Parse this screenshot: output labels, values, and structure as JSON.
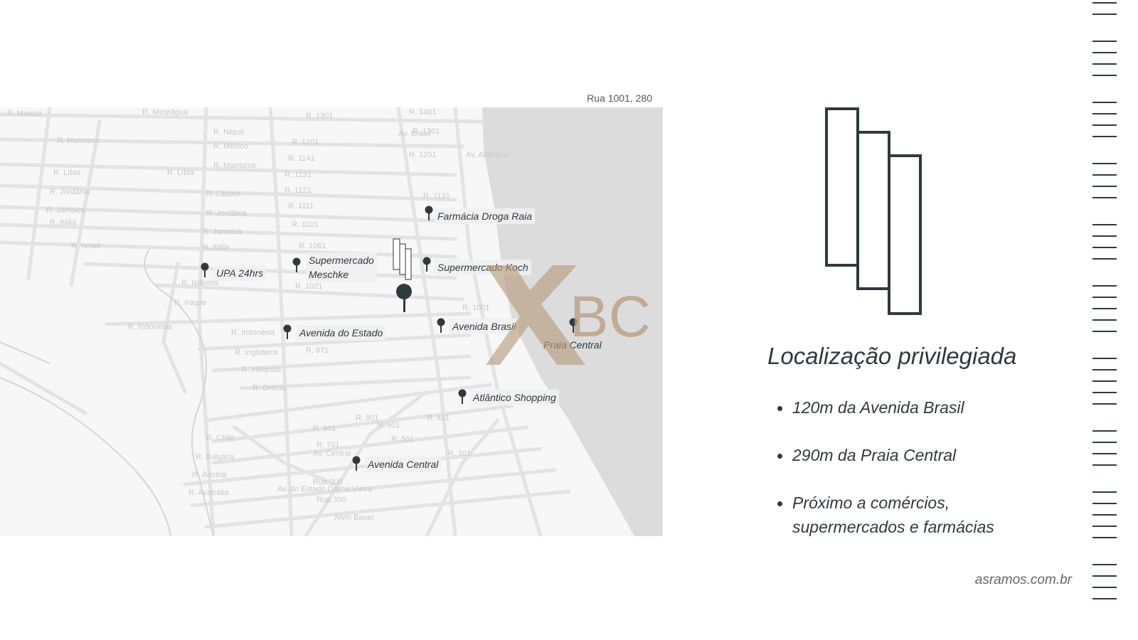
{
  "map": {
    "address": "Rua 1001, 280",
    "street_labels": [
      "R. México",
      "R. Nicarágua",
      "R. Marrocos",
      "R. Nepal",
      "R. México",
      "R. Marrocos",
      "R. Líbia",
      "R. Líbia",
      "R. Jordânia",
      "R. Líbano",
      "R. Jamaica",
      "R. Jordânia",
      "R. Itália",
      "R. Jamaica",
      "R. Israel",
      "R. Itália",
      "R. Islândia",
      "R. Iraque",
      "R. Indonésia",
      "R. Indonésia",
      "R. Inglaterra",
      "R. Holanda",
      "R. Grécia",
      "R. Chile",
      "R. Bulgária",
      "R. Áustria",
      "R. Austrália",
      "R. 1301",
      "R. 1201",
      "R. 1141",
      "R. 1131",
      "R. 1121",
      "R. 1111",
      "R. 1101",
      "R. 1061",
      "R. 1021",
      "R. 1001",
      "R. 971",
      "R. 901",
      "R. 801",
      "R. 701",
      "R. 601",
      "R. 501",
      "R. 401",
      "R. 101",
      "Av. Brasil",
      "Av. Atlântica",
      "Av. Central",
      "Av. do Estado Dalmo Vieira",
      "Rua 200",
      "Rua 300",
      "Alvin Bauer",
      "R. 1401",
      "R. 1301",
      "R. 1201",
      "R. 1131"
    ],
    "pins": [
      {
        "label": "Farmácia Droga Raia"
      },
      {
        "label": "UPA 24hrs"
      },
      {
        "label": "Supermercado\nMeschke"
      },
      {
        "label": "Supermercado Koch"
      },
      {
        "label": "Avenida do Estado"
      },
      {
        "label": "Avenida Brasil"
      },
      {
        "label": "Praia Central"
      },
      {
        "label": "Atlântico Shopping"
      },
      {
        "label": "Avenida Central"
      }
    ],
    "logo_text": "BC"
  },
  "content": {
    "heading": "Localização privilegiada",
    "features": [
      "120m da Avenida Brasil",
      "290m da Praia Central",
      "Próximo a comércios, supermercados e farmácias"
    ],
    "site": "asramos.com.br"
  },
  "colors": {
    "primary": "#2f3a3f",
    "gold": "#b79c7c",
    "sea": "#dcdcdc"
  }
}
